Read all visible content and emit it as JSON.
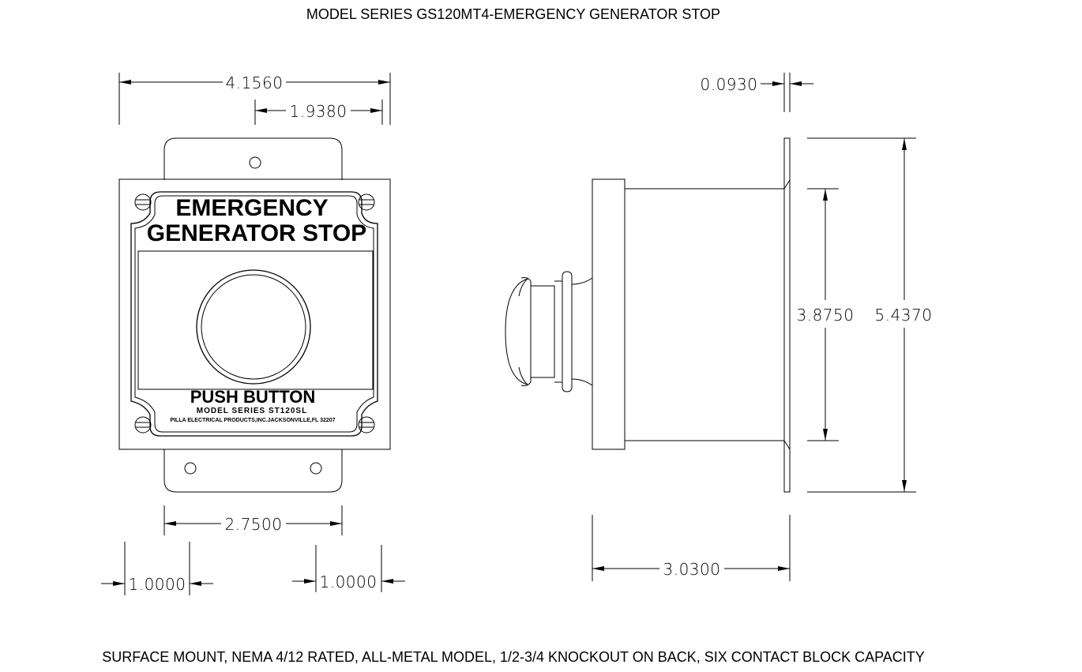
{
  "title": "MODEL SERIES  GS120MT4-EMERGENCY GENERATOR STOP",
  "footer": "SURFACE MOUNT, NEMA 4/12 RATED, ALL-METAL MODEL, 1/2-3/4 KNOCKOUT ON BACK, SIX CONTACT BLOCK CAPACITY",
  "front_view": {
    "plate": {
      "line1": "EMERGENCY",
      "line2": "GENERATOR STOP",
      "label": "PUSH BUTTON",
      "model": "MODEL SERIES ST120SL",
      "maker": "PILLA ELECTRICAL PRODUCTS,INC.JACKSONVILLE,FL 32207"
    },
    "dimensions": {
      "overall_width": "4.1560",
      "half_width": "1.9380",
      "mount_hole_spacing": "2.7500",
      "left_tab_offset": "1.0000",
      "right_tab_offset": "1.0000"
    }
  },
  "side_view": {
    "dimensions": {
      "flange_thickness": "0.0930",
      "body_height": "3.8750",
      "overall_height": "5.4370",
      "depth": "3.0300"
    }
  }
}
